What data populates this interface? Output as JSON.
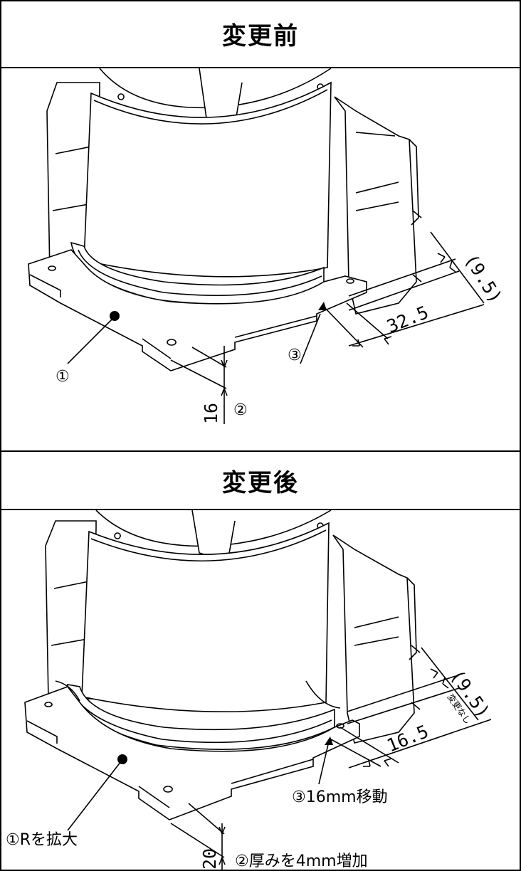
{
  "before": {
    "title": "変更前",
    "markers": {
      "m1": "①",
      "m2": "②",
      "m3": "③"
    },
    "dims": {
      "d_9_5": "(9.5)",
      "d_32_5": "32.5",
      "d_16": "16"
    }
  },
  "after": {
    "title": "変更後",
    "markers": {
      "m1": "①Rを拡大",
      "m2": "②厚みを4mm増加",
      "m3": "③16mm移動"
    },
    "dims": {
      "d_9_5": "(9.5)",
      "note": "変更なし",
      "d_16_5": "16.5",
      "d_20": "20"
    }
  }
}
